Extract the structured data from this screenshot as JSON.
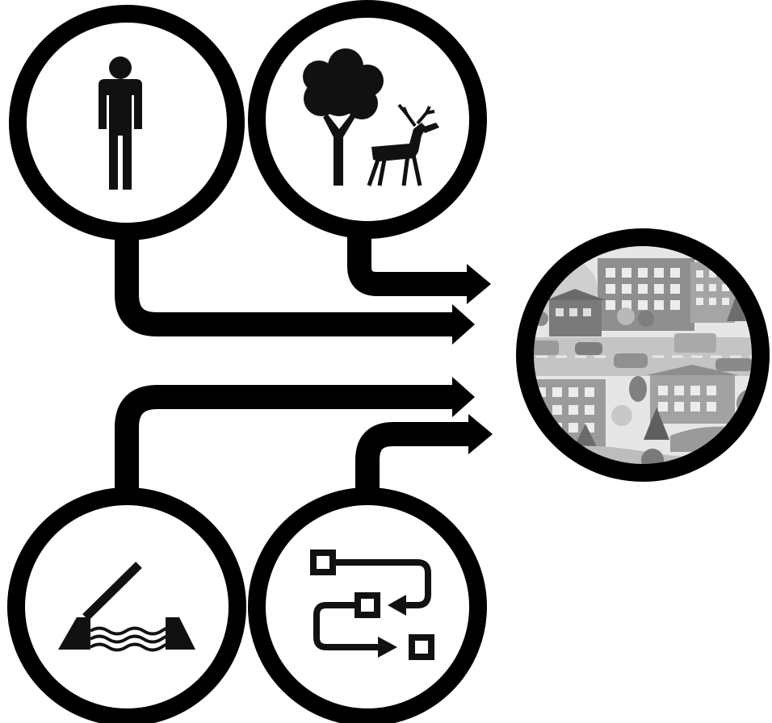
{
  "diagram": {
    "colors": {
      "stroke": "#000000",
      "background": "#ffffff",
      "city_light": "#d9d9d9",
      "city_mid": "#9e9e9e",
      "city_dark": "#6f6f6f",
      "city_road": "#8c8c8c"
    },
    "nodes": [
      {
        "id": "person",
        "icon": "person-icon"
      },
      {
        "id": "nature",
        "icon": "tree-deer-icon"
      },
      {
        "id": "bridge",
        "icon": "drawbridge-icon"
      },
      {
        "id": "process",
        "icon": "process-flow-icon"
      },
      {
        "id": "city",
        "icon": "city-icon"
      }
    ],
    "edges": [
      {
        "from": "nature",
        "to": "city"
      },
      {
        "from": "person",
        "to": "city"
      },
      {
        "from": "bridge",
        "to": "city"
      },
      {
        "from": "process",
        "to": "city"
      }
    ]
  }
}
